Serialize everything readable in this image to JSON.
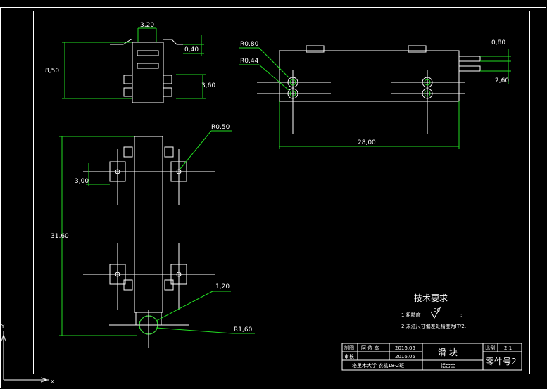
{
  "dimensions": {
    "top_width": "3,20",
    "top_offset": "0,40",
    "top_height": "8,50",
    "top_spacing": "3,60",
    "front_r1": "R0,80",
    "front_r2": "R0,44",
    "front_right_top": "0,80",
    "front_right_gap": "2,60",
    "front_length": "28,00",
    "left_r": "R0,50",
    "left_offset": "3,00",
    "left_total": "31,60",
    "left_hole": "1,20",
    "left_r_bottom": "R1,60"
  },
  "tech": {
    "title": "技术要求",
    "line1": "1.粗糙度",
    "roughness": "36",
    "line1_colon": ":",
    "line2": "2.未注尺寸偏差处精度为IT/2."
  },
  "title_block": {
    "drawn_label": "制图",
    "drawn_name": "阿 依 本",
    "drawn_date": "2016.05",
    "check_label": "审核",
    "check_date": "2016.05",
    "school": "塔里木大学 农机18-2班",
    "part_name": "滑  块",
    "material": "铝合金",
    "scale_label": "比例",
    "scale_value": "2:1",
    "part_no": "零件号2"
  },
  "axis": {
    "y": "Y",
    "x": "X"
  }
}
